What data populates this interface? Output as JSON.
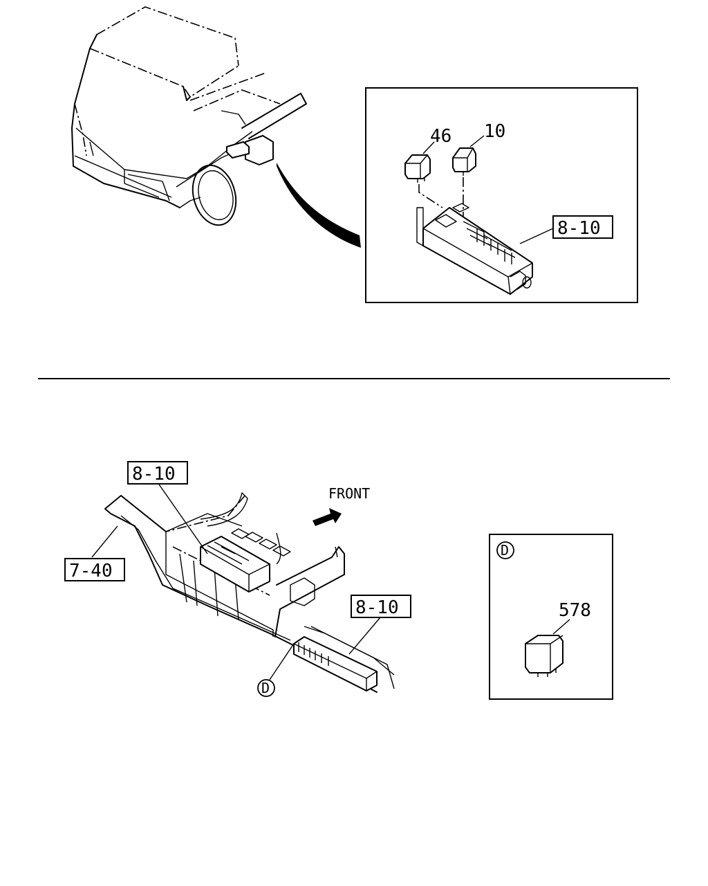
{
  "top_detail": {
    "part_46": "46",
    "part_10": "10",
    "ref_box": "8-10"
  },
  "bottom_chassis": {
    "ref_top": "8-10",
    "ref_left": "7-40",
    "ref_right": "8-10",
    "direction_label": "FRONT",
    "callout_marker": "D"
  },
  "detail_d": {
    "marker": "D",
    "part_578": "578"
  }
}
